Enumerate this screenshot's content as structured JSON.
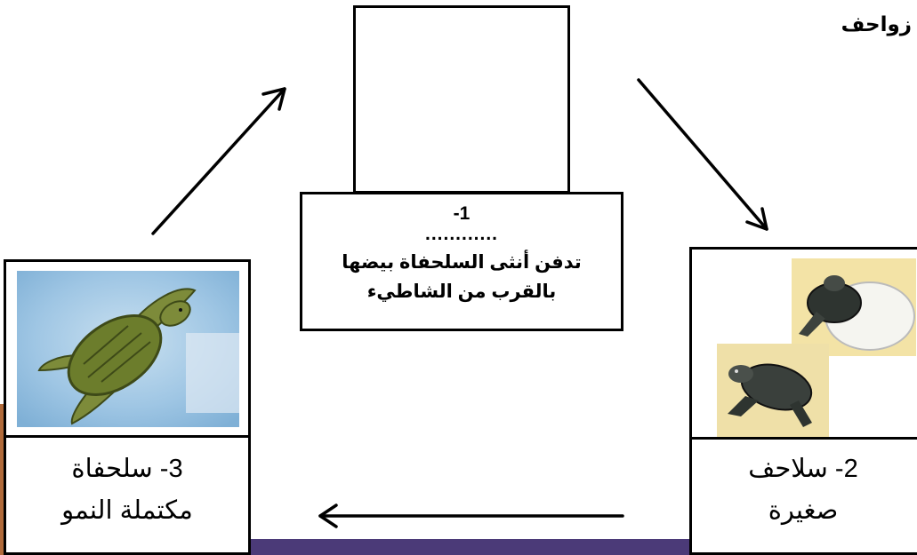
{
  "header": {
    "title_fragment": "زواحف"
  },
  "stages": {
    "stage1": {
      "number": "1-",
      "blank": "............",
      "line1": "تدفن أنثى السلحفاة بيضها",
      "line2": "بالقرب من الشاطيء"
    },
    "stage2": {
      "line1": "2- سلاحف",
      "line2": "صغيرة"
    },
    "stage3": {
      "line1": "3- سلحفاة",
      "line2": "مكتملة النمو"
    }
  },
  "colors": {
    "border": "#000000",
    "bottom_band": "#4b3a78",
    "water": "#9fc6e4",
    "turtle_shell": "#6c7d2c"
  }
}
